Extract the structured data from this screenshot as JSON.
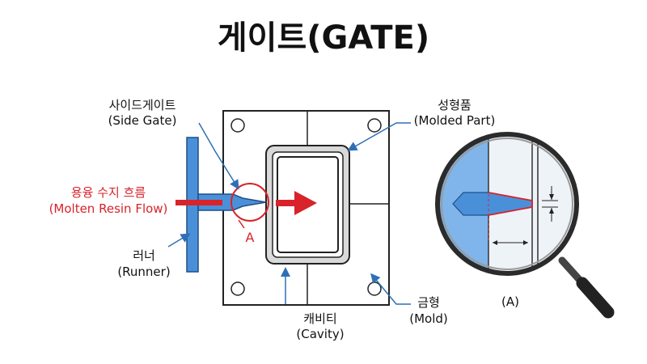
{
  "title": "게이트(GATE)",
  "labels": {
    "side_gate_ko": "사이드게이트",
    "side_gate_en": "(Side Gate)",
    "molten_ko": "용융 수지 흐름",
    "molten_en": "(Molten Resin Flow)",
    "runner_ko": "러너",
    "runner_en": "(Runner)",
    "molded_ko": "성형품",
    "molded_en": "(Molded Part)",
    "mold_ko": "금형",
    "mold_en": "(Mold)",
    "cavity_ko": "캐비티",
    "cavity_en": "(Cavity)",
    "detail_marker": "A",
    "detail_caption": "(A)"
  },
  "colors": {
    "runner_blue": "#4a90d9",
    "flow_red": "#d8232a",
    "outline": "#222222",
    "leader_blue": "#2f6fb5",
    "mold_gray": "#9a9a9a"
  },
  "icons": [
    "magnifier-icon",
    "flow-arrow-icon",
    "corner-hole-icon"
  ]
}
